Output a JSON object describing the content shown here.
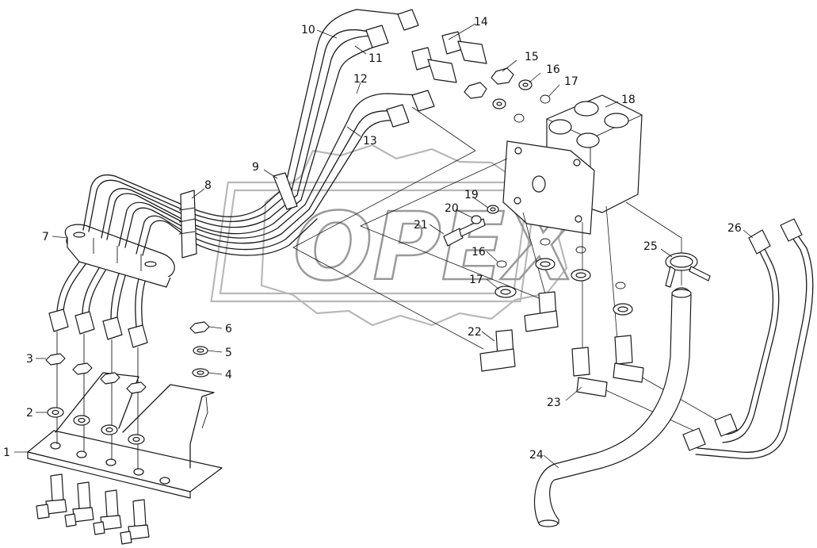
{
  "watermark": {
    "text": "OPEX"
  },
  "callouts": [
    {
      "label": "1"
    },
    {
      "label": "2"
    },
    {
      "label": "3"
    },
    {
      "label": "4"
    },
    {
      "label": "5"
    },
    {
      "label": "6"
    },
    {
      "label": "7"
    },
    {
      "label": "8"
    },
    {
      "label": "9"
    },
    {
      "label": "10"
    },
    {
      "label": "11"
    },
    {
      "label": "12"
    },
    {
      "label": "13"
    },
    {
      "label": "14"
    },
    {
      "label": "15"
    },
    {
      "label": "16"
    },
    {
      "label": "17"
    },
    {
      "label": "18"
    },
    {
      "label": "19"
    },
    {
      "label": "20"
    },
    {
      "label": "21"
    },
    {
      "label": "16"
    },
    {
      "label": "17"
    },
    {
      "label": "22"
    },
    {
      "label": "23"
    },
    {
      "label": "24"
    },
    {
      "label": "25"
    },
    {
      "label": "26"
    }
  ]
}
